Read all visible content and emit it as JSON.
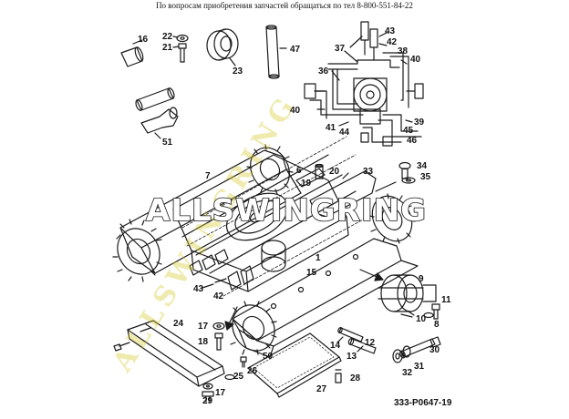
{
  "header_text": "По вопросам приобретения запчастей обращаться по тел 8-800-551-84-22",
  "watermark_text": "ALLSWINGRING",
  "watermark_diagonal_text": "ALLSWINGRING",
  "drawing_ref": "333-P0647-19",
  "colors": {
    "line": "#1a1a1a",
    "watermark_diag": "#d6c828",
    "background": "#ffffff"
  },
  "callouts": [
    {
      "id": "16",
      "label": "16"
    },
    {
      "id": "22",
      "label": "22"
    },
    {
      "id": "21",
      "label": "21"
    },
    {
      "id": "23",
      "label": "23"
    },
    {
      "id": "47",
      "label": "47"
    },
    {
      "id": "37",
      "label": "37"
    },
    {
      "id": "43a",
      "label": "43"
    },
    {
      "id": "42a",
      "label": "42"
    },
    {
      "id": "38",
      "label": "38"
    },
    {
      "id": "40a",
      "label": "40"
    },
    {
      "id": "36",
      "label": "36"
    },
    {
      "id": "40b",
      "label": "40"
    },
    {
      "id": "41",
      "label": "41"
    },
    {
      "id": "44",
      "label": "44"
    },
    {
      "id": "39",
      "label": "39"
    },
    {
      "id": "45",
      "label": "45"
    },
    {
      "id": "46",
      "label": "46"
    },
    {
      "id": "51",
      "label": "51"
    },
    {
      "id": "7",
      "label": "7"
    },
    {
      "id": "6",
      "label": "6"
    },
    {
      "id": "20",
      "label": "20"
    },
    {
      "id": "33",
      "label": "33"
    },
    {
      "id": "19",
      "label": "19"
    },
    {
      "id": "34",
      "label": "34"
    },
    {
      "id": "35",
      "label": "35"
    },
    {
      "id": "1",
      "label": "1"
    },
    {
      "id": "15",
      "label": "15"
    },
    {
      "id": "43b",
      "label": "43"
    },
    {
      "id": "42b",
      "label": "42"
    },
    {
      "id": "9",
      "label": "9"
    },
    {
      "id": "11",
      "label": "11"
    },
    {
      "id": "10",
      "label": "10"
    },
    {
      "id": "8",
      "label": "8"
    },
    {
      "id": "24",
      "label": "24"
    },
    {
      "id": "17a",
      "label": "17"
    },
    {
      "id": "18",
      "label": "18"
    },
    {
      "id": "14",
      "label": "14"
    },
    {
      "id": "13",
      "label": "13"
    },
    {
      "id": "12",
      "label": "12"
    },
    {
      "id": "30",
      "label": "30"
    },
    {
      "id": "50",
      "label": "50"
    },
    {
      "id": "31",
      "label": "31"
    },
    {
      "id": "32",
      "label": "32"
    },
    {
      "id": "26",
      "label": "26"
    },
    {
      "id": "25",
      "label": "25"
    },
    {
      "id": "17b",
      "label": "17"
    },
    {
      "id": "28",
      "label": "28"
    },
    {
      "id": "27",
      "label": "27"
    },
    {
      "id": "29",
      "label": "29"
    }
  ]
}
